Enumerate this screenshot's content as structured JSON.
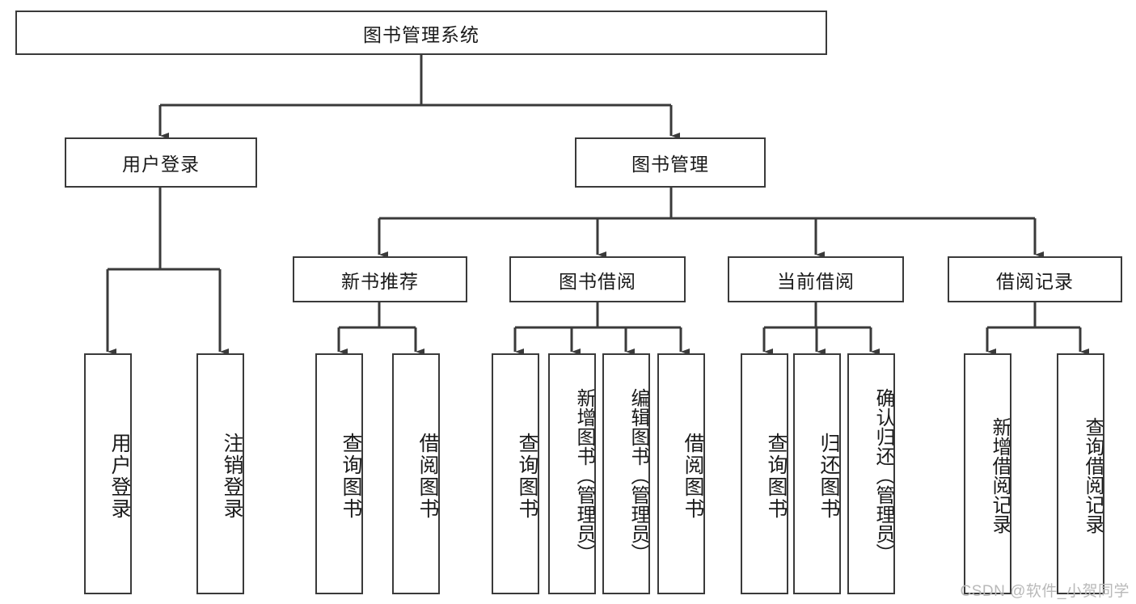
{
  "diagram": {
    "type": "tree-hierarchy",
    "title": "图书管理系统",
    "root": {
      "label": "图书管理系统"
    },
    "level2": [
      {
        "label": "用户登录"
      },
      {
        "label": "图书管理"
      }
    ],
    "level3": [
      {
        "label": "新书推荐"
      },
      {
        "label": "图书借阅"
      },
      {
        "label": "当前借阅"
      },
      {
        "label": "借阅记录"
      }
    ],
    "leaves": {
      "user_login": [
        {
          "label": "用户登录"
        },
        {
          "label": "注销登录"
        }
      ],
      "new_book_recommend": [
        {
          "label": "查询图书"
        },
        {
          "label": "借阅图书"
        }
      ],
      "book_borrow": [
        {
          "label": "查询图书"
        },
        {
          "label": "新增图书（管理员）"
        },
        {
          "label": "编辑图书（管理员）"
        },
        {
          "label": "借阅图书"
        }
      ],
      "current_borrow": [
        {
          "label": "查询图书"
        },
        {
          "label": "归还图书"
        },
        {
          "label": "确认归还（管理员）"
        }
      ],
      "borrow_record": [
        {
          "label": "新增借阅记录"
        },
        {
          "label": "查询借阅记录"
        }
      ]
    },
    "watermark": "CSDN @软件_小贺同学",
    "colors": {
      "stroke": "#3a3a3a",
      "background": "#ffffff",
      "text": "#1a1a1a",
      "watermark": "#b9b9b9"
    }
  }
}
